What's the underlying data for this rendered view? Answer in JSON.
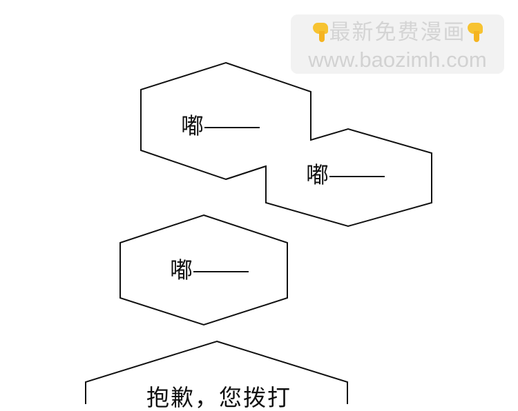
{
  "watermark": {
    "line1": "最新免费漫画",
    "line2": "www.baozimh.com",
    "icon_left": "pointing-down-hand-icon",
    "icon_right": "pointing-down-hand-icon",
    "background": "#f0f0f0",
    "text_color": "#d4d4d4",
    "icon_color": "#f7c331"
  },
  "bubbles": [
    {
      "id": "bubble-1",
      "text": "嘟"
    },
    {
      "id": "bubble-2",
      "text": "嘟"
    },
    {
      "id": "bubble-3",
      "text": "嘟"
    },
    {
      "id": "bubble-4",
      "text": "抱歉，您拨打"
    }
  ],
  "colors": {
    "background": "#ffffff",
    "outline": "#111111"
  }
}
